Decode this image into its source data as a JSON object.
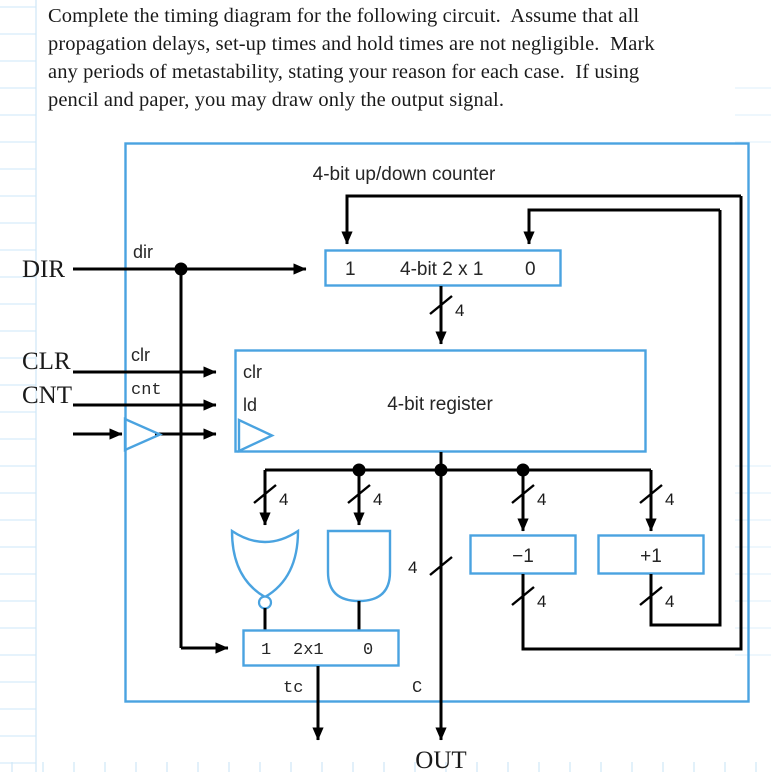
{
  "document": {
    "prompt": "Complete the timing diagram for the following circuit.  Assume that all\npropagation delays, set-up times and hold times are not negligible.  Mark\nany periods of metastability, stating your reason for each case.  If using\npencil and paper, you may draw only the output signal."
  },
  "colors": {
    "component_outline": "#4aa3e0",
    "wire": "#000000",
    "text": "#262626",
    "rule_line": "#cfe7f7",
    "paper": "#ffffff"
  },
  "diagram": {
    "title": "4-bit up/down counter",
    "inputs": [
      {
        "name": "DIR",
        "signal": "dir"
      },
      {
        "name": "CLR",
        "signal": "clr"
      },
      {
        "name": "CNT",
        "signal": "cnt"
      }
    ],
    "clock_input": "",
    "blocks": [
      {
        "id": "mux4",
        "label": "1      4-bit 2  x 1      0",
        "label_parts": [
          "1",
          "4-bit 2 x 1",
          "0"
        ]
      },
      {
        "id": "register",
        "label": "4-bit register",
        "ports": [
          "clr",
          "ld"
        ]
      },
      {
        "id": "dec",
        "label": "−1"
      },
      {
        "id": "inc",
        "label": "+1"
      },
      {
        "id": "mux2",
        "label": "1    2x1    0",
        "label_parts": [
          "1",
          "2x1",
          "0"
        ]
      }
    ],
    "gates": [
      {
        "id": "nor-gate",
        "type": "NOR"
      },
      {
        "id": "and-gate",
        "type": "AND"
      }
    ],
    "bus_widths": [
      "4",
      "4",
      "4",
      "4",
      "4",
      "4",
      "4",
      "4"
    ],
    "outputs": [
      {
        "label": "tc"
      },
      {
        "label": "C"
      },
      {
        "label": "OUT"
      }
    ]
  }
}
